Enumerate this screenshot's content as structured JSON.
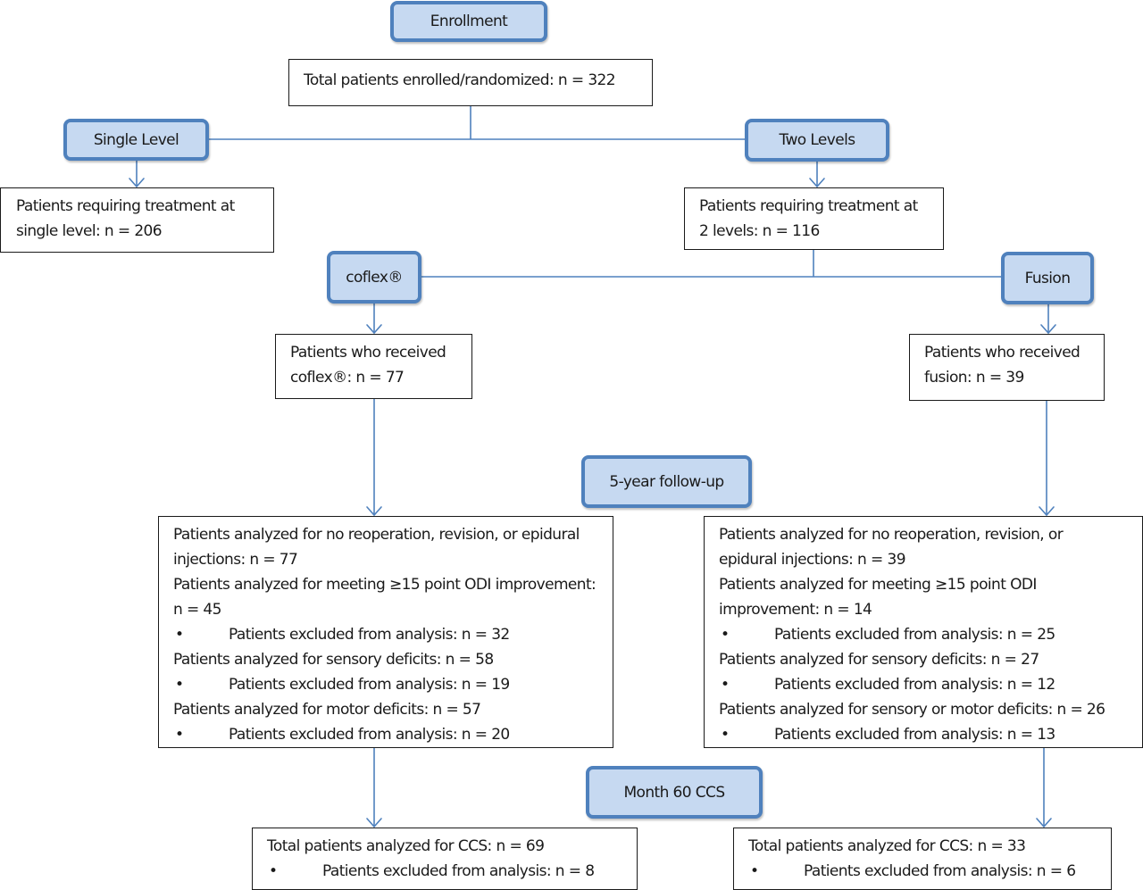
{
  "enrollment": {
    "title": "Enrollment",
    "total": "Total patients enrolled/randomized: n = 322"
  },
  "single_level": {
    "title": "Single Level",
    "desc_line1": "Patients requiring treatment at",
    "desc_line2": "single level: n = 206"
  },
  "two_levels": {
    "title": "Two Levels",
    "desc_line1": "Patients requiring treatment at",
    "desc_line2": "2 levels: n = 116"
  },
  "coflex": {
    "title": "coflex®",
    "desc_line1": "Patients who received",
    "desc_line2": "coflex®: n = 77"
  },
  "fusion": {
    "title": "Fusion",
    "desc_line1": "Patients who received",
    "desc_line2": "fusion: n = 39"
  },
  "followup": {
    "title": "5-year follow-up",
    "coflex": {
      "reop": "Patients analyzed for no reoperation, revision, or epidural injections: n = 77",
      "odi": "Patients analyzed for meeting ≥15 point ODI improvement: n = 45",
      "odi_excluded": "Patients excluded from analysis: n = 32",
      "sensory": "Patients analyzed for sensory deficits: n = 58",
      "sensory_excluded": "Patients excluded from analysis: n = 19",
      "motor": "Patients analyzed for motor deficits: n = 57",
      "motor_excluded": "Patients excluded from analysis: n = 20"
    },
    "fusion": {
      "reop": "Patients analyzed for no reoperation, revision, or epidural injections: n = 39",
      "odi": "Patients analyzed for meeting ≥15 point ODI improvement: n = 14",
      "odi_excluded": "Patients excluded from analysis: n = 25",
      "sensory": "Patients analyzed for sensory deficits: n = 27",
      "sensory_excluded": "Patients excluded from analysis: n = 12",
      "motor": "Patients analyzed for sensory or motor deficits: n = 26",
      "motor_excluded": "Patients excluded from analysis: n = 13"
    }
  },
  "month60": {
    "title": "Month 60 CCS",
    "coflex": {
      "total": "Total patients analyzed for CCS: n = 69",
      "excluded": "Patients excluded from analysis: n = 8"
    },
    "fusion": {
      "total": "Total patients analyzed for CCS: n = 33",
      "excluded": "Patients excluded from analysis: n = 6"
    }
  },
  "bullet_glyph": "•",
  "colors": {
    "pill_fill": "#c6d9f1",
    "pill_border": "#4f81bd",
    "connector": "#4f81bd"
  }
}
